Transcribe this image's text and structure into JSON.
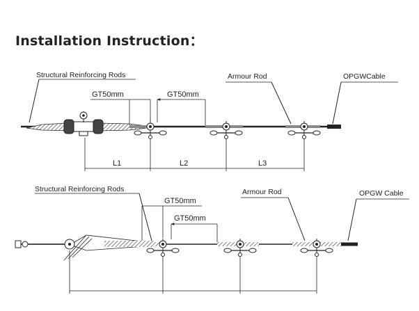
{
  "title": "Installation Instruction：",
  "diagram1": {
    "label_reinforcing_rods": "Structural Reinforcing Rods",
    "label_armour_rod": "Armour Rod",
    "label_cable": "OPGWCable",
    "gap_label_1": "GT50mm",
    "gap_label_2": "GT50mm",
    "dim_l1": "L1",
    "dim_l2": "L2",
    "dim_l3": "L3"
  },
  "diagram2": {
    "label_reinforcing_rods": "Structural Reinforcing Rods",
    "label_armour_rod": "Armour Rod",
    "label_cable": "OPGW Cable",
    "gap_label_1": "GT50mm",
    "gap_label_2": "GT50mm"
  },
  "colors": {
    "line": "#222222",
    "rod_fill": "#9a9a9a",
    "background": "#ffffff"
  }
}
